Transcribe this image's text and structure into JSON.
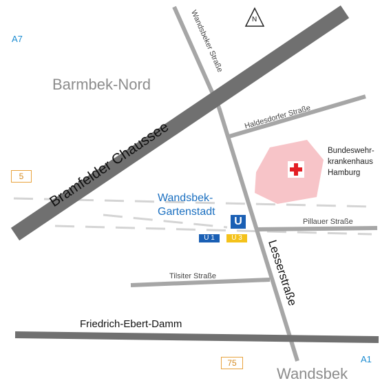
{
  "districts": {
    "barmbek_nord": "Barmbek-Nord",
    "wandsbek": "Wandsbek"
  },
  "highways": {
    "a7": "A7",
    "a1": "A1"
  },
  "route_shields": {
    "r5": "5",
    "r75": "75"
  },
  "roads": {
    "bramfelder_chaussee": "Bramfelder Chaussee",
    "wandsbeker_strasse": "Wandsbeker Straße",
    "haldesdorfer_strasse": "Haldesdorfer Straße",
    "pillauer_strasse": "Pillauer Straße",
    "tilsiter_strasse": "Tilsiter Straße",
    "lesserstrasse": "Lesserstraße",
    "friedrich_ebert_damm": "Friedrich-Ebert-Damm"
  },
  "station": {
    "line1": "Wandsbek-",
    "line2": "Gartenstadt",
    "u_symbol": "U",
    "u1_badge": "U 1",
    "u3_badge": "U 3"
  },
  "hospital": {
    "line1": "Bundeswehr-",
    "line2": "krankenhaus",
    "line3": "Hamburg"
  },
  "north_arrow": "N",
  "colors": {
    "road_dark": "#707070",
    "road_light": "#a6a6a6",
    "hospital_area": "#f7c4c8",
    "hospital_cross": "#e31e24",
    "u_blue": "#1a5fb4",
    "u3_yellow": "#f4c21b",
    "shield_orange": "#e8a23c",
    "highway_blue": "#1a8bd1"
  }
}
